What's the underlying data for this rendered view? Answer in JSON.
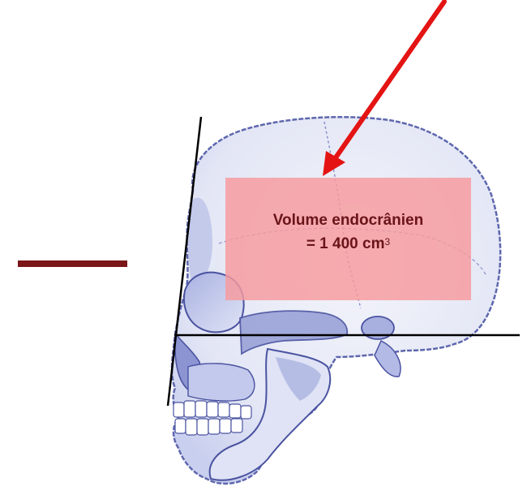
{
  "label": {
    "line1": "Volume endocrânien",
    "line2_value": "= 1 400 cm",
    "line2_exponent": "3"
  },
  "colors": {
    "arrow": "#e41414",
    "highlight_box": "#f79a9e",
    "label_text": "#6a1418",
    "dash_marker": "#7a1518",
    "guide_lines": "#000000",
    "skull_outline": "#5e67ae",
    "skull_fill": "#e8ebf7",
    "skull_shadow": "#9aa3d8"
  },
  "icons": {
    "pointer": "red-arrow-icon",
    "skull": "skull-profile-icon",
    "marker": "dash-marker-icon"
  }
}
